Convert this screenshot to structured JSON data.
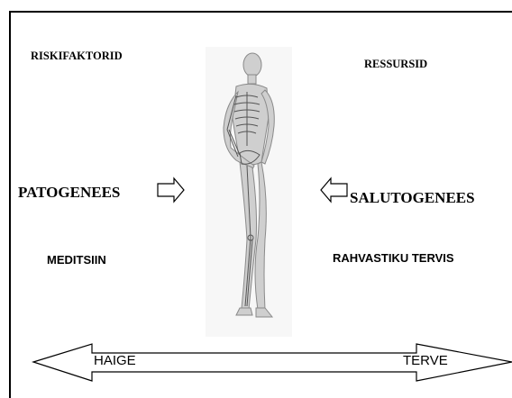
{
  "labels": {
    "riskifaktorid": "RISKIFAKTORID",
    "ressursid": "RESSURSID",
    "patogenees": "PATOGENEES",
    "salutogenees": "SALUTOGENEES",
    "meditsiin": "MEDITSIIN",
    "rahvastiku_tervis": "RAHVASTIKU TERVIS"
  },
  "scale": {
    "left": "HAIGE",
    "right": "TERVE"
  },
  "figure": {
    "icon": "human-skeleton-figure-icon"
  },
  "colors": {
    "line": "#000000",
    "background": "#ffffff"
  }
}
